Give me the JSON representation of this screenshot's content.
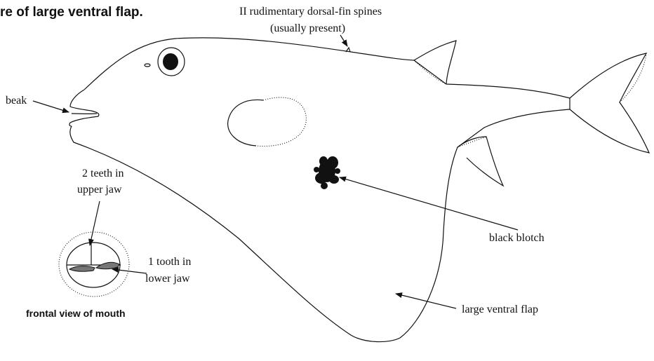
{
  "diagram": {
    "caption_top": "re of large ventral flap.",
    "labels": {
      "dorsal_spines_line1": "II rudimentary dorsal-fin spines",
      "dorsal_spines_line2": "(usually present)",
      "beak": "beak",
      "teeth_upper_line1": "2 teeth in",
      "teeth_upper_line2": "upper jaw",
      "teeth_lower_line1": "1 tooth in",
      "teeth_lower_line2": "lower jaw",
      "black_blotch": "black blotch",
      "ventral_flap": "large ventral flap",
      "frontal_view": "frontal view of mouth"
    }
  }
}
